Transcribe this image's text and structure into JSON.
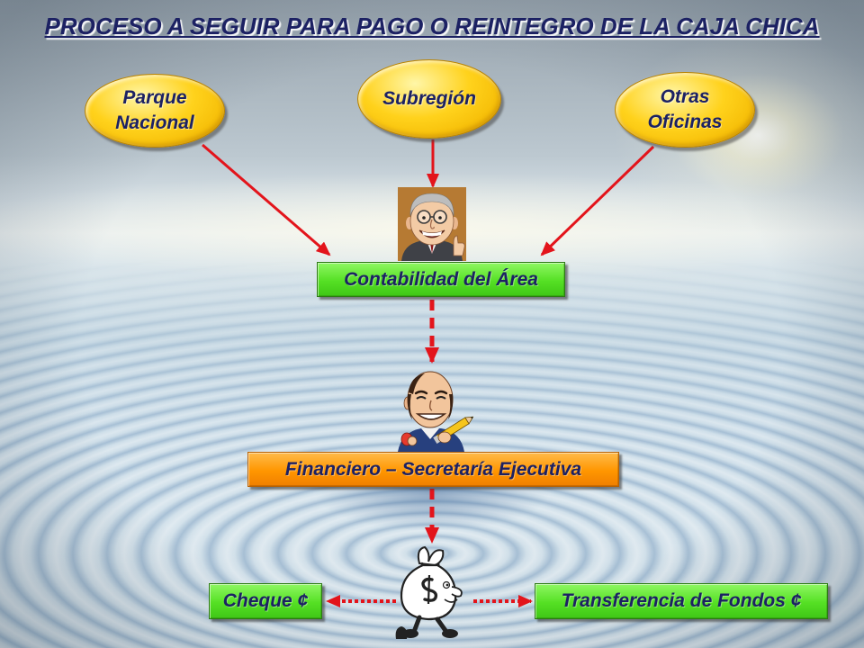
{
  "slide": {
    "title": "PROCESO A SEGUIR PARA PAGO O REINTEGRO DE LA CAJA CHICA"
  },
  "origins": {
    "parque_nacional": {
      "lines": [
        "Parque",
        "Nacional"
      ]
    },
    "subregion": {
      "lines": [
        "Subregión"
      ]
    },
    "otras_oficinas": {
      "lines": [
        "Otras",
        "Oficinas"
      ]
    }
  },
  "steps": {
    "contabilidad": "Contabilidad del Área",
    "financiero": "Financiero – Secretaría Ejecutiva"
  },
  "outcomes": {
    "cheque": "Cheque ¢",
    "transferencia": "Transferencia de Fondos ¢"
  },
  "illustrations": {
    "accountant": "accountant-caricature-icon",
    "financial_officer": "financial-officer-caricature-icon",
    "money_bag": "money-bag-icon"
  },
  "colors": {
    "title": "#1c2163",
    "label_text": "#1c2163",
    "arrow": "#e3141b",
    "origin_fill": "#ffd21c",
    "step_green": "#55e024",
    "step_orange": "#ff9600"
  }
}
